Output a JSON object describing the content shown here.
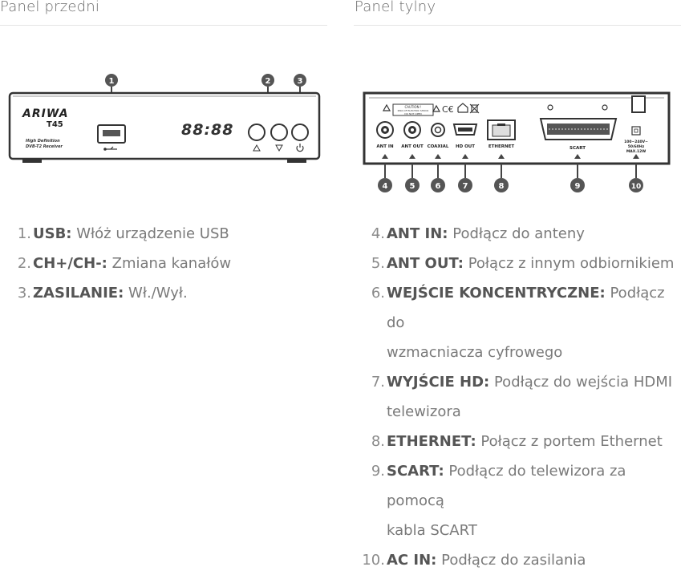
{
  "left": {
    "title": "Panel przedni",
    "device": {
      "brand": "ARIWA",
      "model": "T45",
      "desc1": "High Definition",
      "desc2": "DVB-T2 Receiver",
      "display": "88:88"
    },
    "callouts": [
      "1",
      "2",
      "3"
    ],
    "items": [
      {
        "num": "1.",
        "label": "USB:",
        "text": "Włóż urządzenie USB"
      },
      {
        "num": "2.",
        "label": "CH+/CH-:",
        "text": "Zmiana kanałów"
      },
      {
        "num": "3.",
        "label": "ZASILANIE:",
        "text": "Wł./Wył."
      }
    ]
  },
  "right": {
    "title": "Panel tylny",
    "device": {
      "caution1": "CAUTION !",
      "caution2": "RISK OF ELECTRIC SHOCK",
      "caution3": "DO NOT OPEN",
      "port_ant_in": "ANT IN",
      "port_ant_out": "ANT OUT",
      "port_coaxial": "COAXIAL",
      "port_hd_out": "HD OUT",
      "port_ethernet": "ETHERNET",
      "port_scart": "SCART",
      "power1": "100~240V~",
      "power2": "50/60Hz",
      "power3": "MAX.12W"
    },
    "callouts": [
      "4",
      "5",
      "6",
      "7",
      "8",
      "9",
      "10"
    ],
    "items": [
      {
        "num": "4.",
        "label": "ANT IN:",
        "text": "Podłącz do anteny"
      },
      {
        "num": "5.",
        "label": "ANT OUT:",
        "text": "Połącz z innym odbiornikiem"
      },
      {
        "num": "6.",
        "label": "WEJŚCIE KONCENTRYCZNE:",
        "text": "Podłącz do"
      },
      {
        "cont": "wzmacniacza cyfrowego"
      },
      {
        "num": "7.",
        "label": "WYJŚCIE HD:",
        "text": "Podłącz do wejścia HDMI"
      },
      {
        "cont": "telewizora"
      },
      {
        "num": "8.",
        "label": "ETHERNET:",
        "text": "Połącz z portem Ethernet"
      },
      {
        "num": "9.",
        "label": "SCART:",
        "text": "Podłącz do telewizora za pomocą"
      },
      {
        "cont": "kabla SCART"
      },
      {
        "num": "10.",
        "label": "AC IN:",
        "text": "Podłącz do zasilania"
      }
    ]
  }
}
